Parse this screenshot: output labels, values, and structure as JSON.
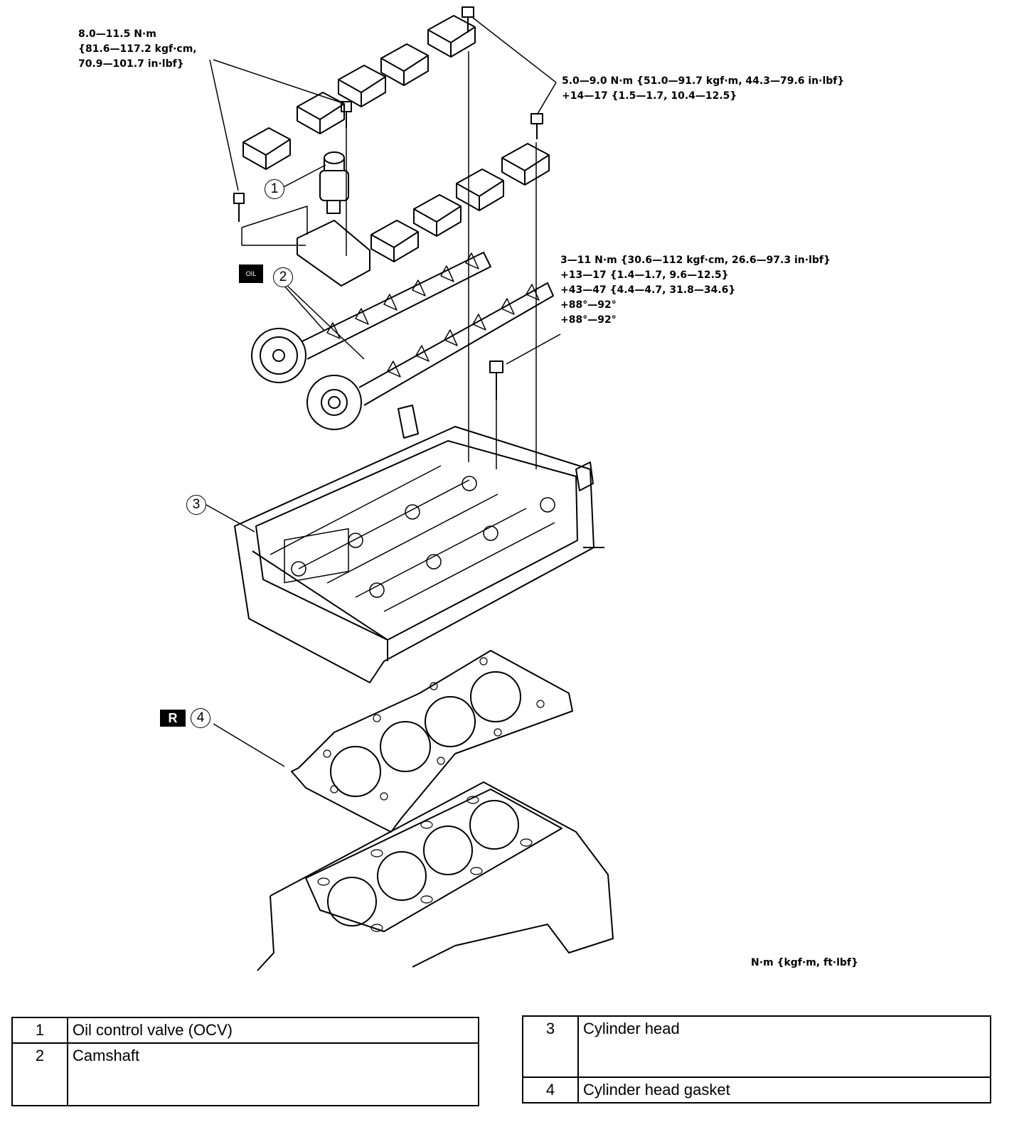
{
  "torque_specs": {
    "ocv_bolt": [
      "8.0—11.5 N·m",
      "{81.6—117.2 kgf·cm,",
      "70.9—101.7 in·lbf}"
    ],
    "cap_bolt": [
      "5.0—9.0 N·m {51.0—91.7 kgf·m, 44.3—79.6 in·lbf}",
      "+14—17 {1.5—1.7, 10.4—12.5}"
    ],
    "head_bolt": [
      "3—11 N·m {30.6—112 kgf·cm, 26.6—97.3 in·lbf}",
      "+13—17 {1.4—1.7, 9.6—12.5}",
      "+43—47 {4.4—4.7, 31.8—34.6}",
      "+88°—92°",
      "+88°—92°"
    ]
  },
  "units_note": "N·m {kgf·m, ft·lbf}",
  "callouts": [
    "1",
    "2",
    "3",
    "4"
  ],
  "badges": {
    "replace": "R",
    "oil": "OIL"
  },
  "parts_left": [
    {
      "num": "1",
      "name": "Oil control valve (OCV)"
    },
    {
      "num": "2",
      "name": "Camshaft"
    }
  ],
  "parts_right": [
    {
      "num": "3",
      "name": "Cylinder head"
    },
    {
      "num": "4",
      "name": "Cylinder head gasket"
    }
  ]
}
